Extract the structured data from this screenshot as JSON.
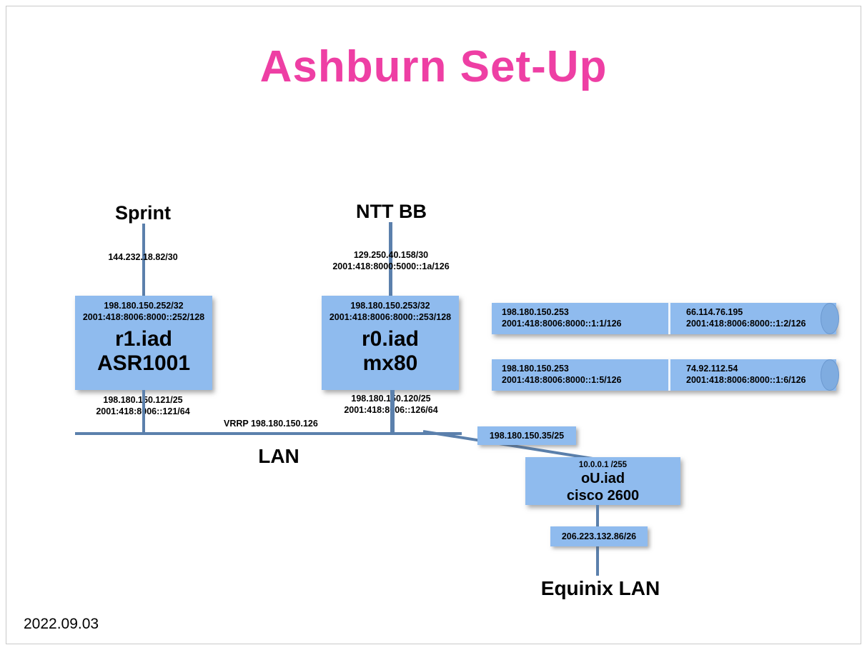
{
  "slide": {
    "title": "Ashburn Set-Up",
    "date": "2022.09.03"
  },
  "colors": {
    "title_pink": "#ee3fa4",
    "box_blue": "#8fbbee",
    "line_blue": "#5b80ac"
  },
  "uplinks": {
    "sprint": {
      "name": "Sprint",
      "ip": "144.232.18.82/30"
    },
    "ntt": {
      "name": "NTT BB",
      "ip4": "129.250.40.158/30",
      "ip6": "2001:418:8000:5000::1a/126"
    }
  },
  "routers": {
    "r1": {
      "loop4": "198.180.150.252/32",
      "loop6": "2001:418:8006:8000::252/128",
      "name": "r1.iad",
      "model": "ASR1001",
      "lan4": "198.180.150.121/25",
      "lan6": "2001:418:8006::121/64"
    },
    "r0": {
      "loop4": "198.180.150.253/32",
      "loop6": "2001:418:8006:8000::253/128",
      "name": "r0.iad",
      "model": "mx80",
      "lan4": "198.180.150.120/25",
      "lan6": "2001:418:8006::126/64"
    }
  },
  "tunnels": [
    {
      "left4": "198.180.150.253",
      "left6": "2001:418:8006:8000::1:1/126",
      "right4": "66.114.76.195",
      "right6": "2001:418:8006:8000::1:2/126"
    },
    {
      "left4": "198.180.150.253",
      "left6": "2001:418:8006:8000::1:5/126",
      "right4": "74.92.112.54",
      "right6": "2001:418:8006:8000::1:6/126"
    }
  ],
  "lan": {
    "vrrp": "VRRP 198.180.150.126",
    "label": "LAN",
    "branch_ip": "198.180.150.35/25"
  },
  "office": {
    "ip": "10.0.0.1 /255",
    "name": "oU.iad",
    "model": "cisco 2600",
    "downlink_ip": "206.223.132.86/26",
    "lan_label": "Equinix LAN"
  }
}
